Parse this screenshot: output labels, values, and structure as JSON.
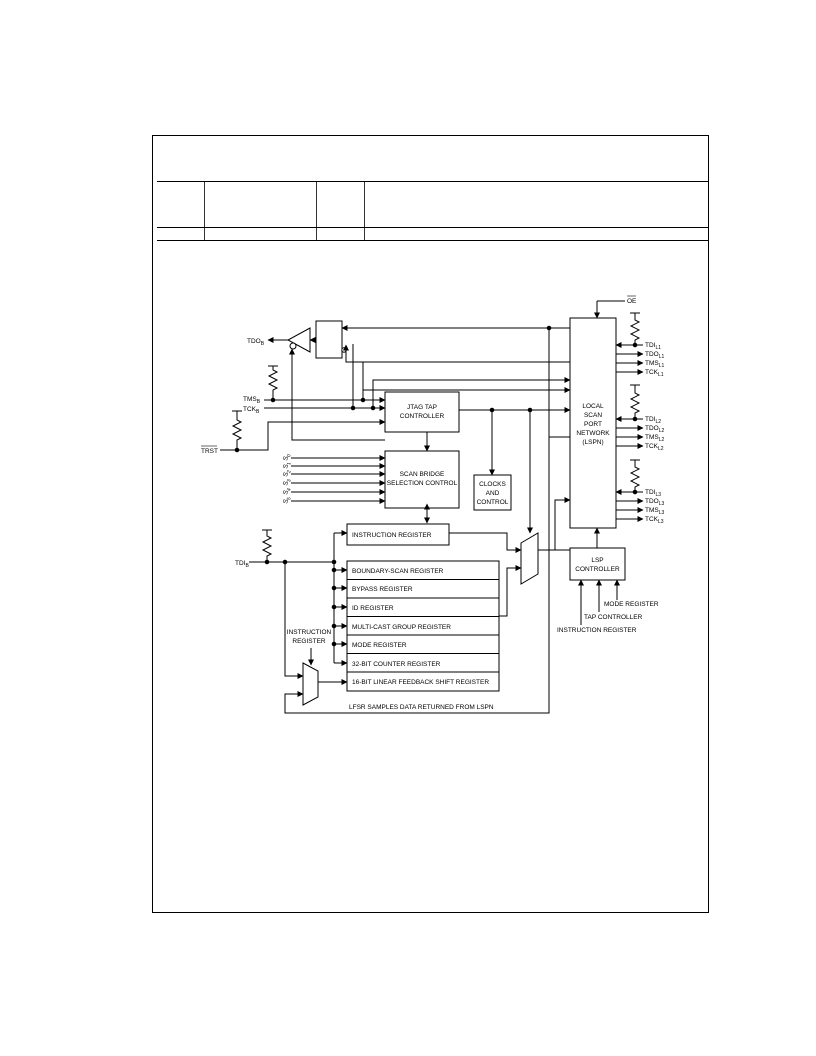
{
  "table": {
    "columns": [
      "",
      "",
      "",
      ""
    ],
    "rows": [
      [
        "",
        "",
        "",
        ""
      ]
    ]
  },
  "diagram": {
    "signals": {
      "oe": "OE",
      "tdo_b": "TDO",
      "tdo_b_sub": "B",
      "tms_b": "TMS",
      "tms_b_sub": "B",
      "tck_b": "TCK",
      "tck_b_sub": "B",
      "trst": "TRST",
      "tdi_b": "TDI",
      "tdi_b_sub": "B",
      "selects": [
        {
          "base": "S",
          "sub": "0"
        },
        {
          "base": "S",
          "sub": "1"
        },
        {
          "base": "S",
          "sub": "2"
        },
        {
          "base": "S",
          "sub": "3"
        },
        {
          "base": "S",
          "sub": "4"
        },
        {
          "base": "S",
          "sub": "5"
        }
      ]
    },
    "blocks": {
      "jtag_tap_line1": "JTAG TAP",
      "jtag_tap_line2": "CONTROLLER",
      "scan_bridge_line1": "SCAN BRIDGE",
      "scan_bridge_line2": "SELECTION CONTROL",
      "clocks_line1": "CLOCKS",
      "clocks_line2": "AND",
      "clocks_line3": "CONTROL",
      "lspn_line1": "LOCAL",
      "lspn_line2": "SCAN",
      "lspn_line3": "PORT",
      "lspn_line4": "NETWORK",
      "lspn_line5": "(LSPN)",
      "lsp_line1": "LSP",
      "lsp_line2": "CONTROLLER",
      "instruction_register": "INSTRUCTION REGISTER"
    },
    "registers": [
      "BOUNDARY-SCAN REGISTER",
      "BYPASS REGISTER",
      "ID REGISTER",
      "MULTI-CAST GROUP REGISTER",
      "MODE REGISTER",
      "32-BIT COUNTER REGISTER",
      "16-BIT LINEAR FEEDBACK SHIFT REGISTER"
    ],
    "lsp_ports": [
      {
        "tdi": "TDI",
        "tdo": "TDO",
        "tms": "TMS",
        "tck": "TCK",
        "sub": "L1"
      },
      {
        "tdi": "TDI",
        "tdo": "TDO",
        "tms": "TMS",
        "tck": "TCK",
        "sub": "L2"
      },
      {
        "tdi": "TDI",
        "tdo": "TDO",
        "tms": "TMS",
        "tck": "TCK",
        "sub": "L3"
      }
    ],
    "annotations": {
      "mux_ir_line1": "INSTRUCTION",
      "mux_ir_line2": "REGISTER",
      "lsp_mode": "MODE REGISTER",
      "lsp_tap": "TAP CONTROLLER",
      "lsp_ir": "INSTRUCTION REGISTER",
      "lfsr_note": "LFSR SAMPLES DATA RETURNED FROM LSPN"
    }
  }
}
